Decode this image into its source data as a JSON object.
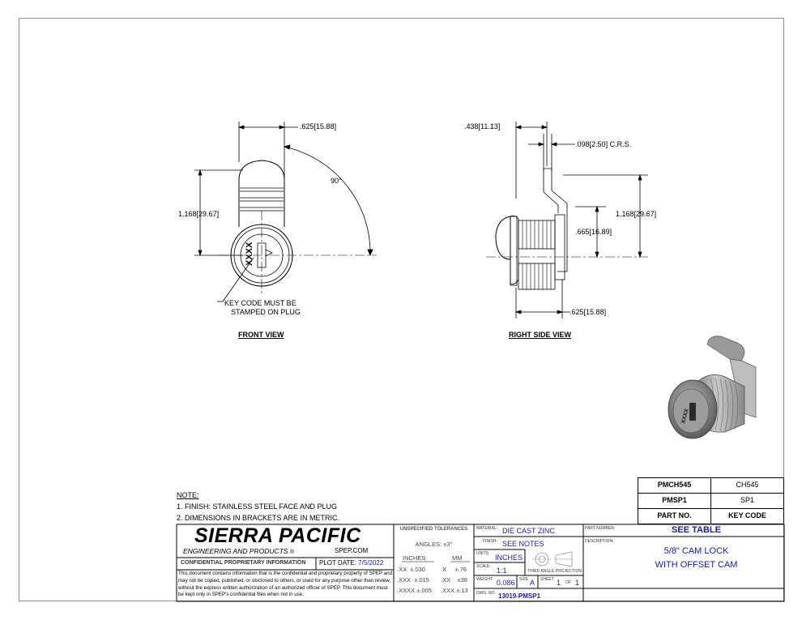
{
  "views": {
    "front": {
      "title": "FRONT VIEW",
      "dim_width": ".625",
      "dim_width_mm": "15.88",
      "dim_height": "1.168",
      "dim_height_mm": "29.67",
      "angle": "90°",
      "key_note_line1": "KEY CODE MUST BE",
      "key_note_line2": "STAMPED ON PLUG",
      "key_text": "XXXX"
    },
    "side": {
      "title": "RIGHT SIDE VIEW",
      "dim_top": ".438",
      "dim_top_mm": "11.13",
      "dim_crs": ".098",
      "dim_crs_mm": "2.50",
      "dim_crs_suffix": "C.R.S.",
      "dim_height": "1.168",
      "dim_height_mm": "29.67",
      "dim_mid": ".665",
      "dim_mid_mm": "16.89",
      "dim_bottom": ".625",
      "dim_bottom_mm": "15.88"
    }
  },
  "notes": {
    "header": "NOTE:",
    "items": [
      "1. FINISH: STAINLESS STEEL FACE AND PLUG",
      "2. DIMENSIONS IN BRACKETS ARE IN METRIC."
    ]
  },
  "part_table": {
    "rows": [
      {
        "part": "PMCH545",
        "code": "CH545"
      },
      {
        "part": "PMSP1",
        "code": "SP1"
      }
    ],
    "header_part": "PART NO.",
    "header_code": "KEY CODE"
  },
  "title_block": {
    "company": "SIERRA PACIFIC",
    "subtitle": "ENGINEERING AND PRODUCTS",
    "reg_mark": "®",
    "website": "SPEP.COM",
    "confidential_label": "CONFIDENTIAL PROPRIETARY INFORMATION",
    "plot_date_label": "PLOT DATE:",
    "plot_date": "7/5/2022",
    "disclaimer": "This document contains information that is the confidential and proprietary property of SPEP and may not be copied, published, or disclosed to others, or used for any purpose other than review, without the express written authorization of an authorized officer of SPEP. This document must be kept only in SPEP's confidential files when not in use.",
    "tolerances": {
      "header": "UNSPECIFIED TOLERANCES",
      "angles": "ANGLES: ±3°",
      "inches_label": "INCHES",
      "mm_label": "MM",
      "inch_rows": [
        {
          "k": ".XX",
          "v": "±.030"
        },
        {
          "k": ".XXX",
          "v": "±.015"
        },
        {
          "k": ".XXXX",
          "v": "±.005"
        }
      ],
      "mm_rows": [
        {
          "k": ".X",
          "v": "±.76"
        },
        {
          "k": ".XX",
          "v": "±38"
        },
        {
          "k": ".XXX",
          "v": "±.13"
        }
      ]
    },
    "material_label": "MATERIAL:",
    "material": "DIE CAST ZINC",
    "finish_label": "FINISH:",
    "finish": "SEE NOTES",
    "units_label": "UNITS:",
    "units": "INCHES",
    "scale_label": "SCALE:",
    "scale": "1:1",
    "projection_label": "THIRD ANGLE PROJECTION",
    "weight_label": "WEIGHT:",
    "weight": "0.086",
    "size_label": "SIZE",
    "size": "A",
    "sheet_label": "SHEET",
    "sheet": "1",
    "of_label": "OF",
    "sheet_total": "1",
    "dwg_label": "DWG. NO.",
    "dwg_no": "13019-PMSP1",
    "part_number_label": "PART NUMBER:",
    "part_number": "SEE TABLE",
    "description_label": "DESCRIPTION:",
    "description_line1": "5/8\" CAM LOCK",
    "description_line2": "WITH OFFSET CAM"
  },
  "colors": {
    "ink": "#000000",
    "blue": "#1a1aa8",
    "frame": "#7a7a7a"
  }
}
